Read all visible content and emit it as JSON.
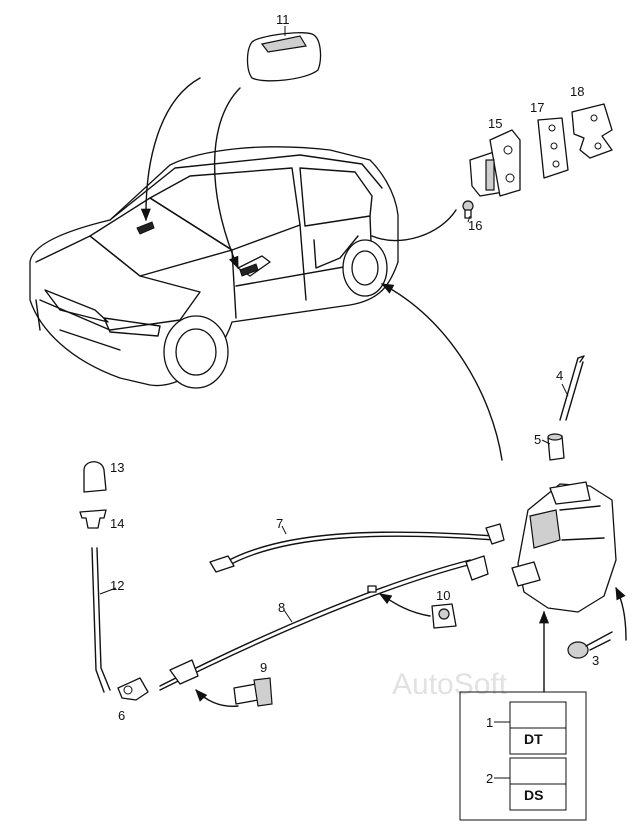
{
  "callouts": {
    "c1": "1",
    "c2": "2",
    "c3": "3",
    "c4": "4",
    "c5": "5",
    "c6": "6",
    "c7": "7",
    "c8": "8",
    "c9": "9",
    "c10": "10",
    "c11": "11",
    "c12": "12",
    "c13": "13",
    "c14": "14",
    "c15": "15",
    "c16": "16",
    "c17": "17",
    "c18": "18"
  },
  "legend_box": {
    "dt_label": "DT",
    "ds_label": "DS"
  },
  "watermark": "AutoSoft"
}
